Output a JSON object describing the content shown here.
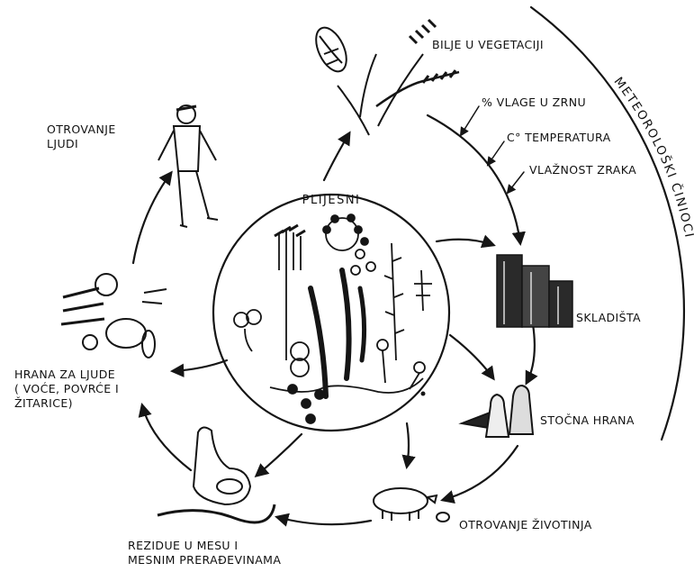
{
  "center": {
    "title": "PLIJESNI"
  },
  "nodes": {
    "plants": "BILJE U VEGETACIJI",
    "humans": "OTROVANJE\nLJUDI",
    "storage": "SKLADIŠTA",
    "feed": "STOČNA HRANA",
    "animals": "OTROVANJE ŽIVOTINJA",
    "meat": "REZIDUE U MESU I\nMESNIM PRERAĐEVINAMA",
    "food": "HRANA ZA LJUDE\n( VOĆE, POVRĆE I\nŽITARICE)"
  },
  "factors": [
    "% VLAGE U ZRNU",
    "C° TEMPERATURA",
    "VLAŽNOST ZRAKA"
  ],
  "meteo_label": "METEOROLOŠKI ČINIOCI"
}
